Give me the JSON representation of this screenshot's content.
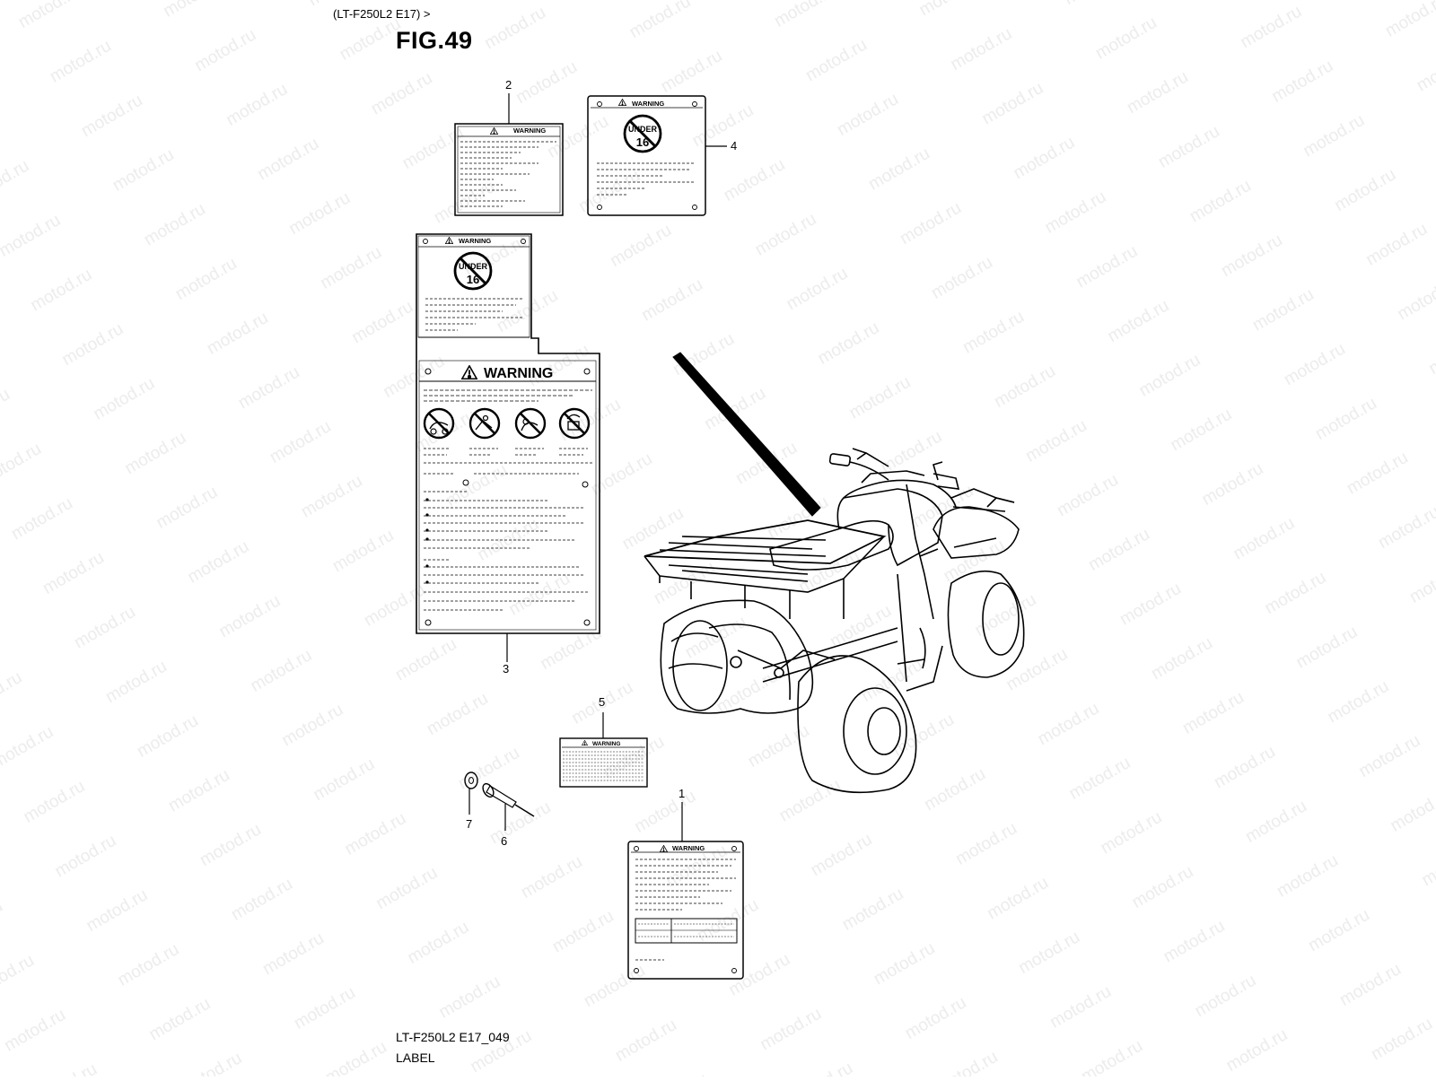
{
  "header": {
    "model_ref": "(LT-F250L2 E17) >",
    "figure_title": "FIG.49"
  },
  "labels": {
    "warning_small": "WARNING",
    "warning_large": "WARNING",
    "age_icon_word": "UNDER",
    "age_icon_number": "16"
  },
  "callouts": [
    "1",
    "2",
    "3",
    "4",
    "5",
    "6",
    "7"
  ],
  "watermark": "motod.ru",
  "footer": {
    "diagram_code": "LT-F250L2 E17_049",
    "caption": "LABEL"
  }
}
